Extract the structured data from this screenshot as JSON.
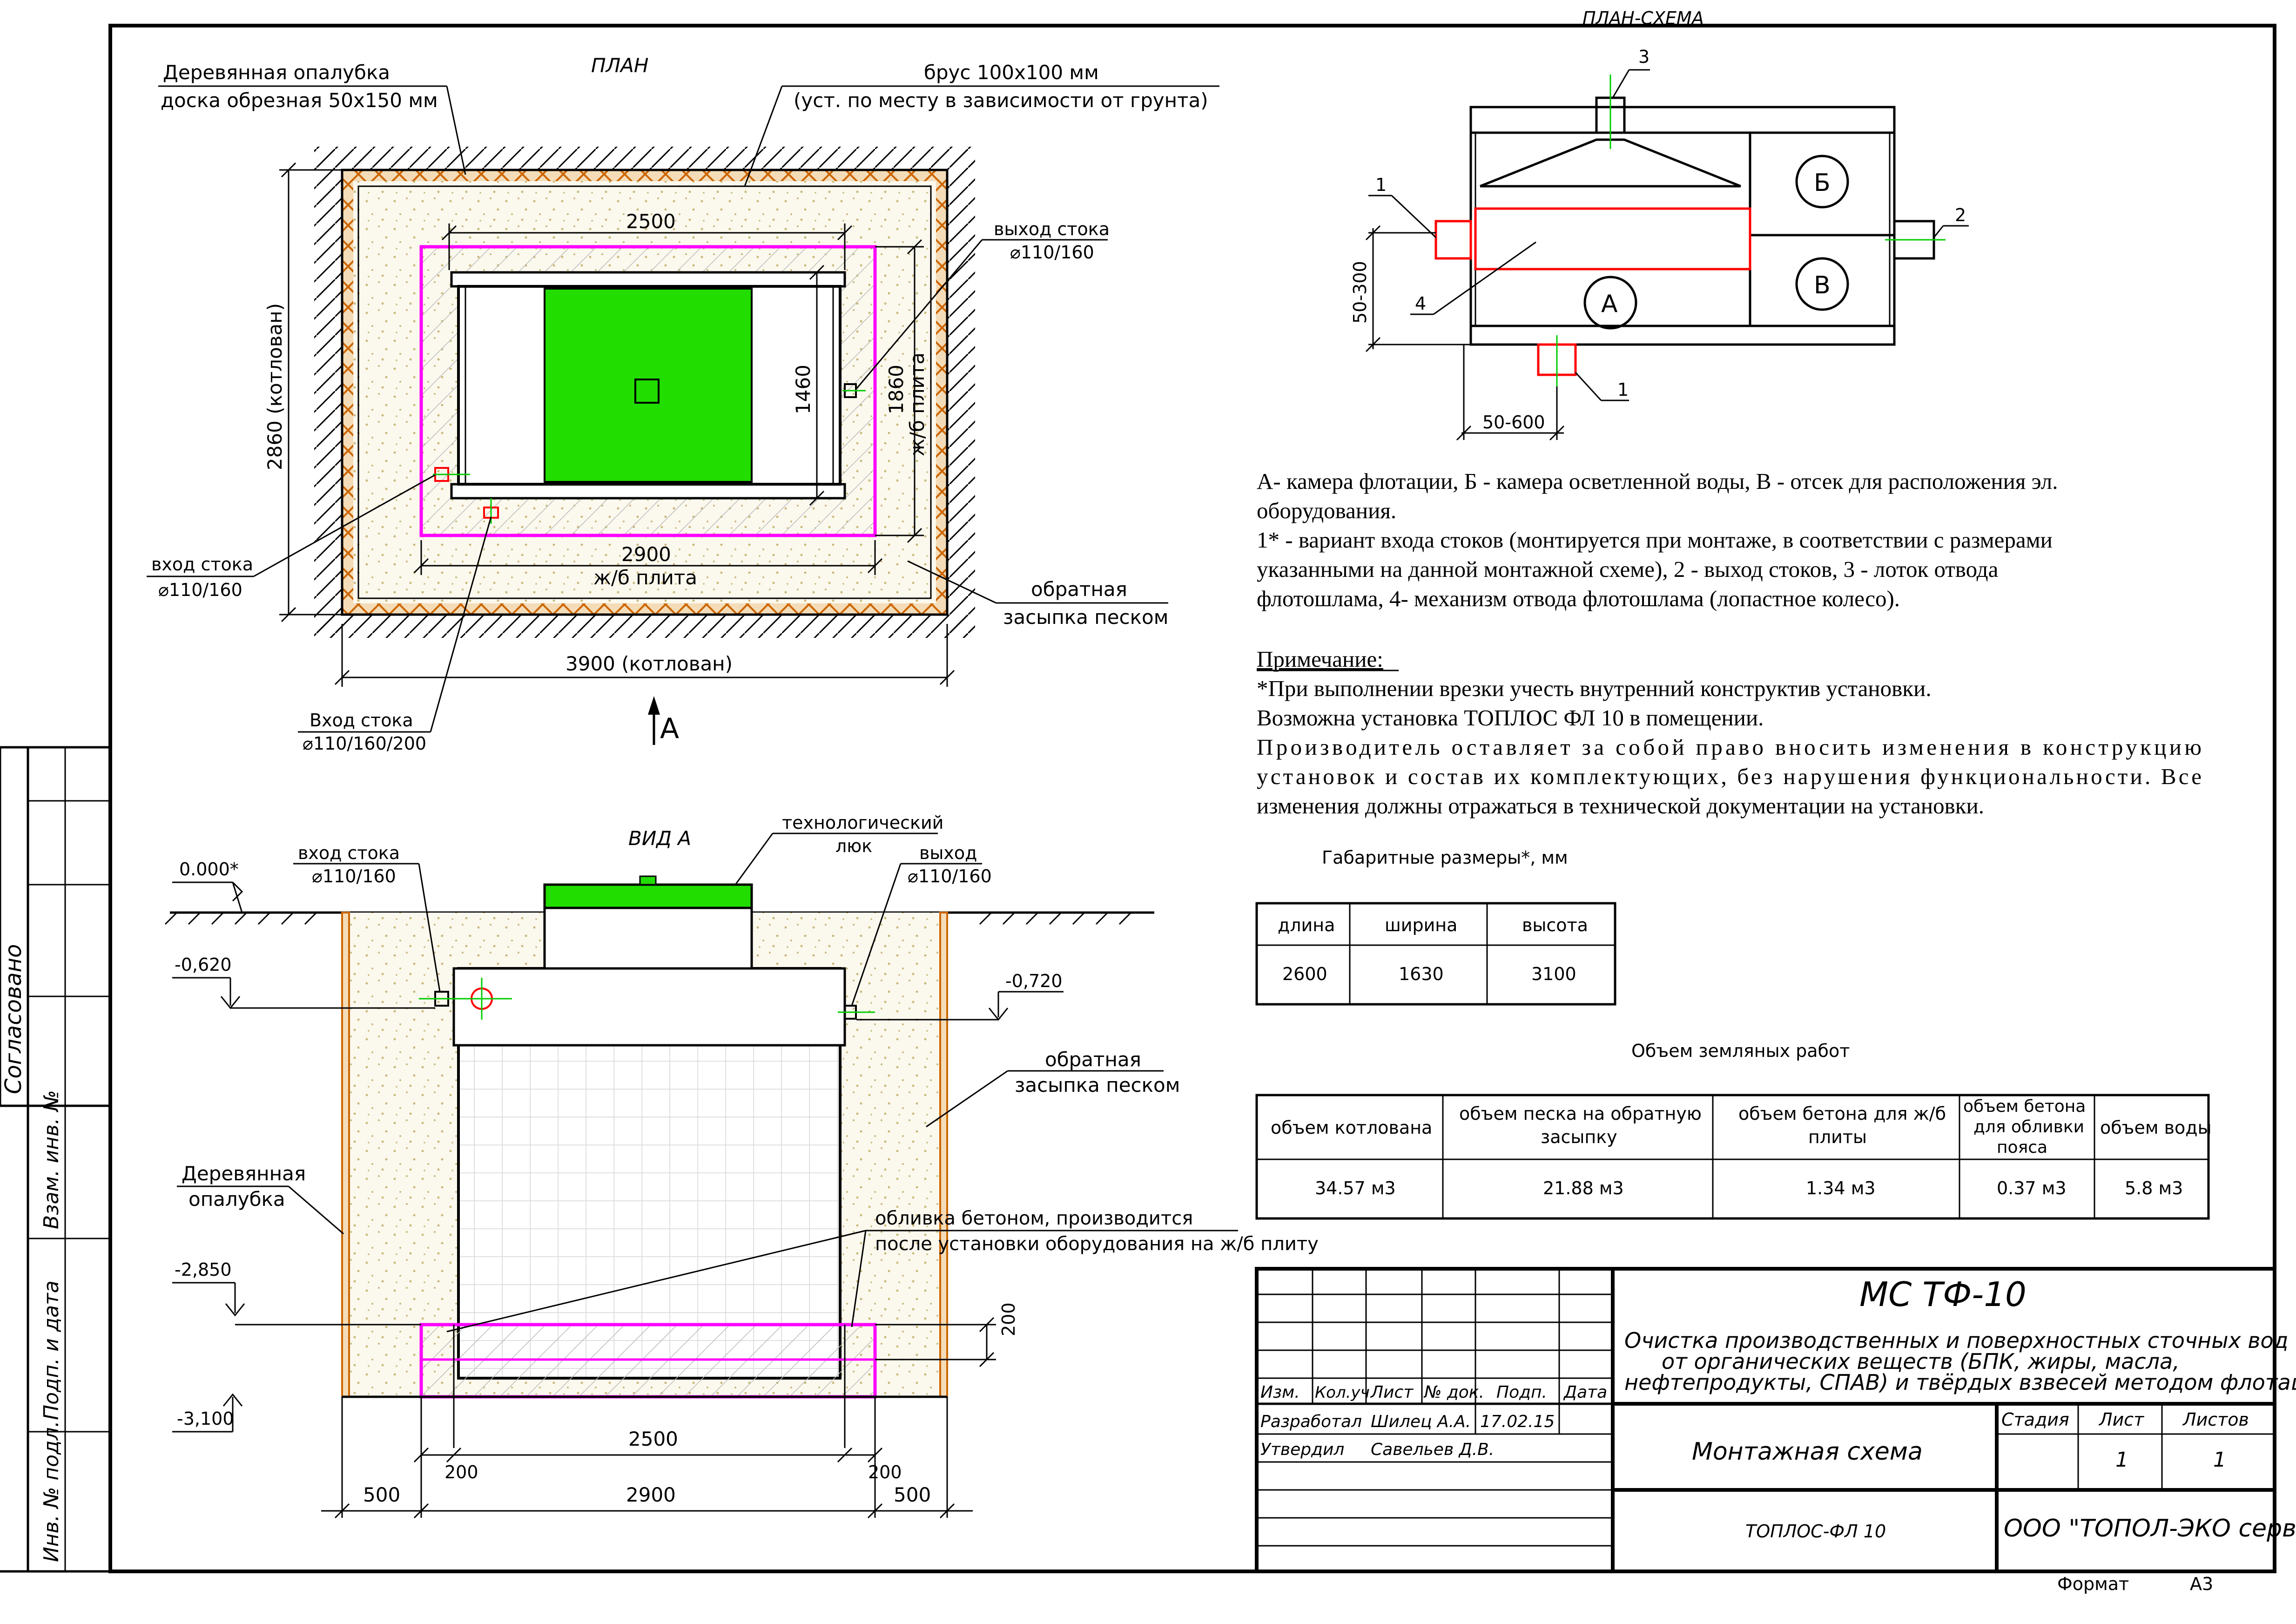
{
  "plan": {
    "title": "ПЛАН",
    "formwork_label_1": "Деревянная опалубка",
    "formwork_label_2": "доска обрезная 50х150 мм",
    "beam_label_1": "брус 100х100 мм",
    "beam_label_2": "(уст. по месту в зависимости от грунта)",
    "outlet_label_1": "выход стока",
    "outlet_label_2": "⌀110/160",
    "inlet_label_1": "вход стока",
    "inlet_label_2": "⌀110/160",
    "inlet2_label_1": "Вход стока",
    "inlet2_label_2": "⌀110/160/200",
    "backfill_label_1": "обратная",
    "backfill_label_2": "засыпка песком",
    "dim_2500": "2500",
    "dim_2900": "2900",
    "dim_slab": "ж/б плита",
    "dim_3900": "3900 (котлован)",
    "dim_2860": "2860 (котлован)",
    "dim_1460": "1460",
    "dim_1860": "1860",
    "dim_slab_v": "ж/б плита",
    "view_arrow": "А"
  },
  "view_a": {
    "title": "ВИД А",
    "hatch_label_1": "технологический",
    "hatch_label_2": "люк",
    "inlet_label_1": "вход стока",
    "inlet_label_2": "⌀110/160",
    "outlet_label_1": "выход",
    "outlet_label_2": "⌀110/160",
    "level_0": "0.000*",
    "level_620": "-0,620",
    "level_720": "-0,720",
    "level_2850": "-2,850",
    "level_3100": "-3,100",
    "backfill_label_1": "обратная",
    "backfill_label_2": "засыпка песком",
    "formwork_label_1": "Деревянная",
    "formwork_label_2": "опалубка",
    "concrete_label_1": "обливка бетоном, производится",
    "concrete_label_2": "после установки оборудования на ж/б плиту",
    "dim_200_v": "200",
    "dim_2500": "2500",
    "dim_2900": "2900",
    "dim_200_l": "200",
    "dim_200_r": "200",
    "dim_500_l": "500",
    "dim_500_r": "500"
  },
  "scheme": {
    "title": "ПЛАН-СХЕМА",
    "label_a": "А",
    "label_b": "Б",
    "label_v": "В",
    "callout_1a": "1",
    "callout_1b": "1",
    "callout_2": "2",
    "callout_3": "3",
    "callout_4": "4",
    "dim_50_300": "50-300",
    "dim_50_600": "50-600"
  },
  "legend": {
    "line1": "А- камера флотации, Б - камера осветленной воды, В - отсек для расположения эл.",
    "line2": "оборудования.",
    "line3": "1* - вариант входа  стоков (монтируется при монтаже, в соответствии с размерами",
    "line4": "указанными на данной монтажной схеме), 2 - выход стоков, 3 - лоток отвода",
    "line5": "флотошлама, 4- механизм отвода флотошлама (лопастное колесо).",
    "note_title": "Примечание:",
    "note1": "*При выполнении врезки учесть внутренний конструктив установки.",
    "note2": "Возможна установка ТОПЛОС ФЛ 10 в помещении.",
    "note3": "Производитель оставляет за собой право вносить изменения в конструкцию",
    "note4": "установок и состав их комплектующих, без нарушения функциональности. Все",
    "note5": "изменения должны отражаться в технической документации на установки."
  },
  "dims_table": {
    "caption": "Габаритные размеры*, мм",
    "headers": [
      "длина",
      "ширина",
      "высота"
    ],
    "values": [
      "2600",
      "1630",
      "3100"
    ]
  },
  "earth_table": {
    "caption": "Объем земляных работ",
    "headers": [
      "объем котлована",
      "объем песка на обратную засыпку",
      "объем бетона для ж/б плиты",
      "объем бетона для обливки пояса",
      "объем воды"
    ],
    "values": [
      "34.57 м3",
      "21.88 м3",
      "1.34 м3",
      "0.37 м3",
      "5.8 м3"
    ]
  },
  "stamp": {
    "code": "МС ТФ-10",
    "desc1": "Очистка производственных и поверхностных сточных вод",
    "desc2": "от органических веществ (БПК, жиры, масла,",
    "desc3": "нефтепродукты, СПАВ) и твёрдых взвесей методом флотации",
    "h_izm": "Изм.",
    "h_kol": "Кол.уч",
    "h_list": "Лист",
    "h_ndok": "№ док.",
    "h_podp": "Подп.",
    "h_data": "Дата",
    "r1_role": "Разработал",
    "r1_name": "Шилец А.А.",
    "r1_date": "17.02.15",
    "r2_role": "Утвердил",
    "r2_name": "Савельев Д.В.",
    "sheet_title": "Монтажная схема",
    "h_stage": "Стадия",
    "h_sheet": "Лист",
    "h_sheets": "Листов",
    "sheet_no": "1",
    "sheets_total": "1",
    "product": "ТОПЛОС-ФЛ 10",
    "company": "ООО \"ТОПОЛ-ЭКО сервис\"",
    "format_label": "Формат",
    "format_value": "А3"
  },
  "side_stamp": {
    "agreed": "Согласовано",
    "vzam": "Взам. инв. №",
    "podp": "Подп. и дата",
    "inv": "Инв. № подл."
  },
  "colors": {
    "tank_green": "#22dd00",
    "slab_magenta": "#ff00ff",
    "formwork_orange": "#cc6600",
    "pipe_red": "#ff0000",
    "axis_green": "#00cc00",
    "scheme_red": "#ff0000"
  }
}
